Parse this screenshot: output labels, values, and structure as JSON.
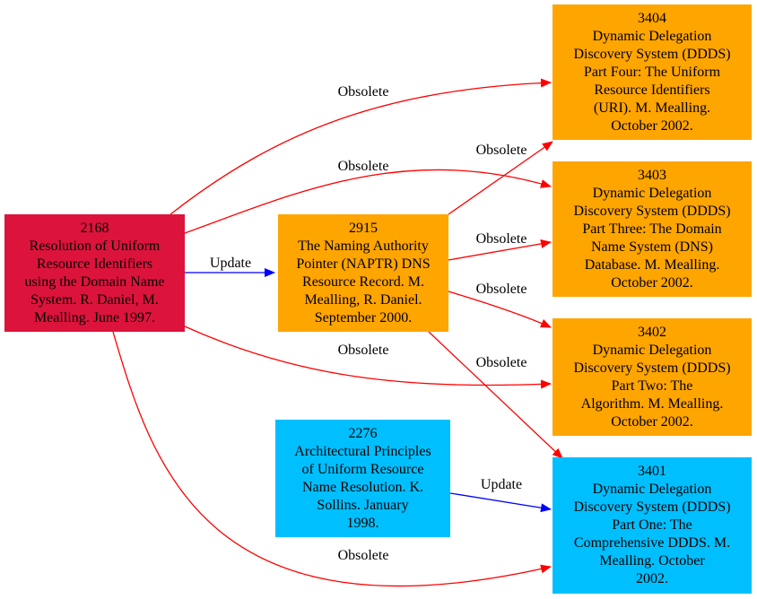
{
  "colors": {
    "red_node": "#dc143c",
    "orange_node": "#ffa500",
    "blue_node": "#00bfff",
    "obsolete_edge": "#ff0000",
    "update_edge": "#0000ff"
  },
  "nodes": {
    "n2168": {
      "lines": [
        "2168",
        "Resolution of Uniform",
        "Resource Identifiers",
        "using the Domain Name",
        "System. R. Daniel, M.",
        "Mealling. June 1997."
      ]
    },
    "n2915": {
      "lines": [
        "2915",
        "The Naming Authority",
        "Pointer (NAPTR) DNS",
        "Resource Record. M.",
        "Mealling, R. Daniel.",
        "September 2000."
      ]
    },
    "n2276": {
      "lines": [
        "2276",
        "Architectural Principles",
        "of Uniform Resource",
        "Name Resolution. K.",
        "Sollins. January",
        "1998."
      ]
    },
    "n3404": {
      "lines": [
        "3404",
        "Dynamic Delegation",
        "Discovery System (DDDS)",
        "Part Four: The Uniform",
        "Resource Identifiers",
        "(URI). M. Mealling.",
        "October 2002."
      ]
    },
    "n3403": {
      "lines": [
        "3403",
        "Dynamic Delegation",
        "Discovery System (DDDS)",
        "Part Three: The Domain",
        "Name System (DNS)",
        "Database. M. Mealling.",
        "October 2002."
      ]
    },
    "n3402": {
      "lines": [
        "3402",
        "Dynamic Delegation",
        "Discovery System (DDDS)",
        "Part Two: The",
        "Algorithm. M. Mealling.",
        "October 2002."
      ]
    },
    "n3401": {
      "lines": [
        "3401",
        "Dynamic Delegation",
        "Discovery System (DDDS)",
        "Part One: The",
        "Comprehensive DDDS. M.",
        "Mealling. October",
        "2002."
      ]
    }
  },
  "edges": {
    "e2168_2915": {
      "label": "Update",
      "kind": "update"
    },
    "e2168_3404": {
      "label": "Obsolete",
      "kind": "obsolete"
    },
    "e2168_3403": {
      "label": "Obsolete",
      "kind": "obsolete"
    },
    "e2168_3402": {
      "label": "Obsolete",
      "kind": "obsolete"
    },
    "e2168_3401": {
      "label": "Obsolete",
      "kind": "obsolete"
    },
    "e2915_3404": {
      "label": "Obsolete",
      "kind": "obsolete"
    },
    "e2915_3403": {
      "label": "Obsolete",
      "kind": "obsolete"
    },
    "e2915_3402": {
      "label": "Obsolete",
      "kind": "obsolete"
    },
    "e2915_3401": {
      "label": "Obsolete",
      "kind": "obsolete"
    },
    "e2276_3401": {
      "label": "Update",
      "kind": "update"
    }
  }
}
